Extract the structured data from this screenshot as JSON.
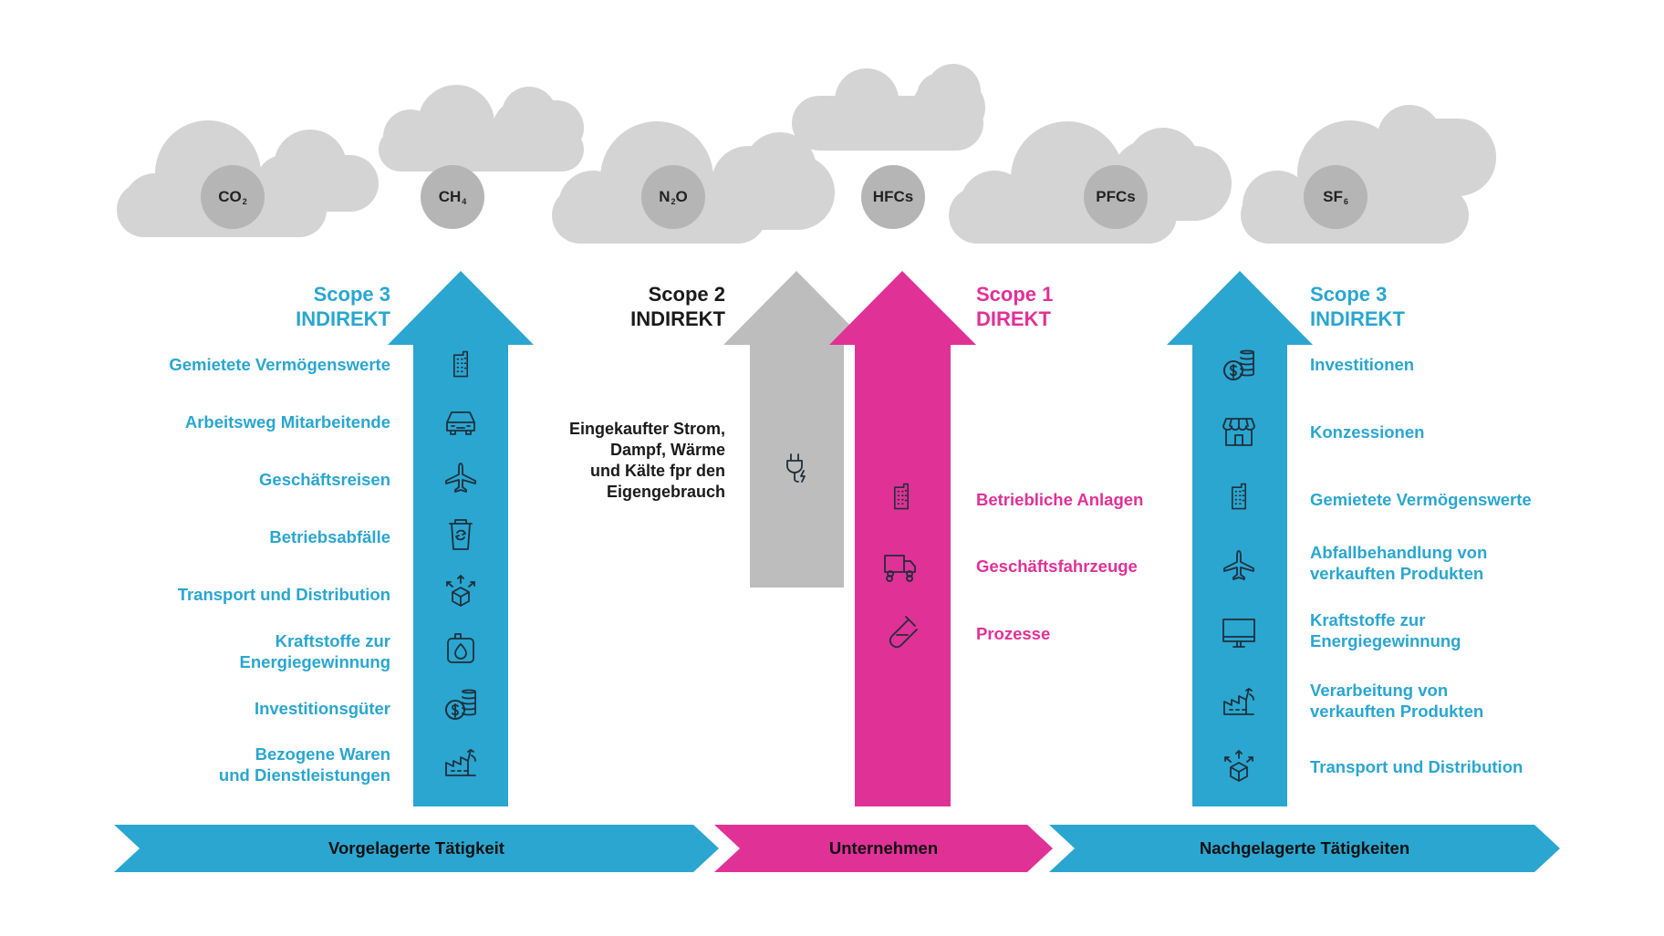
{
  "colors": {
    "blue": "#2aa6d0",
    "pink": "#e03197",
    "grey": "#bdbdbd",
    "cloud": "#d4d4d4",
    "gas_circle": "#b5b5b5"
  },
  "gases": [
    {
      "base": "CO",
      "sub": "2"
    },
    {
      "base": "CH",
      "sub": "4"
    },
    {
      "base": "N",
      "sub": "2",
      "tail": "O"
    },
    {
      "base": "HFCs"
    },
    {
      "base": "PFCs"
    },
    {
      "base": "SF",
      "sub": "6"
    }
  ],
  "scopes": {
    "scope3_left": {
      "title": "Scope 3",
      "type": "INDIREKT"
    },
    "scope2": {
      "title": "Scope 2",
      "type": "INDIREKT"
    },
    "scope1": {
      "title": "Scope 1",
      "type": "DIREKT"
    },
    "scope3_right": {
      "title": "Scope 3",
      "type": "INDIREKT"
    }
  },
  "upstream_items": [
    {
      "label": "Gemietete Vermögenswerte",
      "icon": "building-icon"
    },
    {
      "label": "Arbeitsweg Mitarbeitende",
      "icon": "car-icon"
    },
    {
      "label": "Geschäftsreisen",
      "icon": "airplane-icon"
    },
    {
      "label": "Betriebsabfälle",
      "icon": "recycle-bin-icon"
    },
    {
      "label": "Transport und Distribution",
      "icon": "box-distribution-icon"
    },
    {
      "label": "Kraftstoffe zur\nEnergiegewinnung",
      "icon": "fuel-canister-icon"
    },
    {
      "label": "Investitionsgüter",
      "icon": "coins-icon"
    },
    {
      "label": "Bezogene Waren\nund Dienstleistungen",
      "icon": "factory-icon"
    }
  ],
  "scope2_item": {
    "label": "Eingekaufter Strom,\nDampf, Wärme\nund Kälte fpr den\nEigengebrauch",
    "icon": "plug-icon"
  },
  "scope1_items": [
    {
      "label": "Betriebliche Anlagen",
      "icon": "building-icon"
    },
    {
      "label": "Geschäftsfahrzeuge",
      "icon": "truck-icon"
    },
    {
      "label": "Prozesse",
      "icon": "test-tube-icon"
    }
  ],
  "downstream_items": [
    {
      "label": "Investitionen",
      "icon": "coins-icon"
    },
    {
      "label": "Konzessionen",
      "icon": "storefront-icon"
    },
    {
      "label": "Gemietete Vermögenswerte",
      "icon": "building-icon"
    },
    {
      "label": "Abfallbehandlung von\nverkauften Produkten",
      "icon": "airplane-icon"
    },
    {
      "label": "Kraftstoffe zur\nEnergiegewinnung",
      "icon": "monitor-icon"
    },
    {
      "label": "Verarbeitung von\nverkauften Produkten",
      "icon": "factory-icon"
    },
    {
      "label": "Transport und Distribution",
      "icon": "box-distribution-icon"
    }
  ],
  "bands": {
    "upstream": "Vorgelagerte Tätigkeit",
    "company": "Unternehmen",
    "downstream": "Nachgelagerte Tätigkeiten"
  }
}
